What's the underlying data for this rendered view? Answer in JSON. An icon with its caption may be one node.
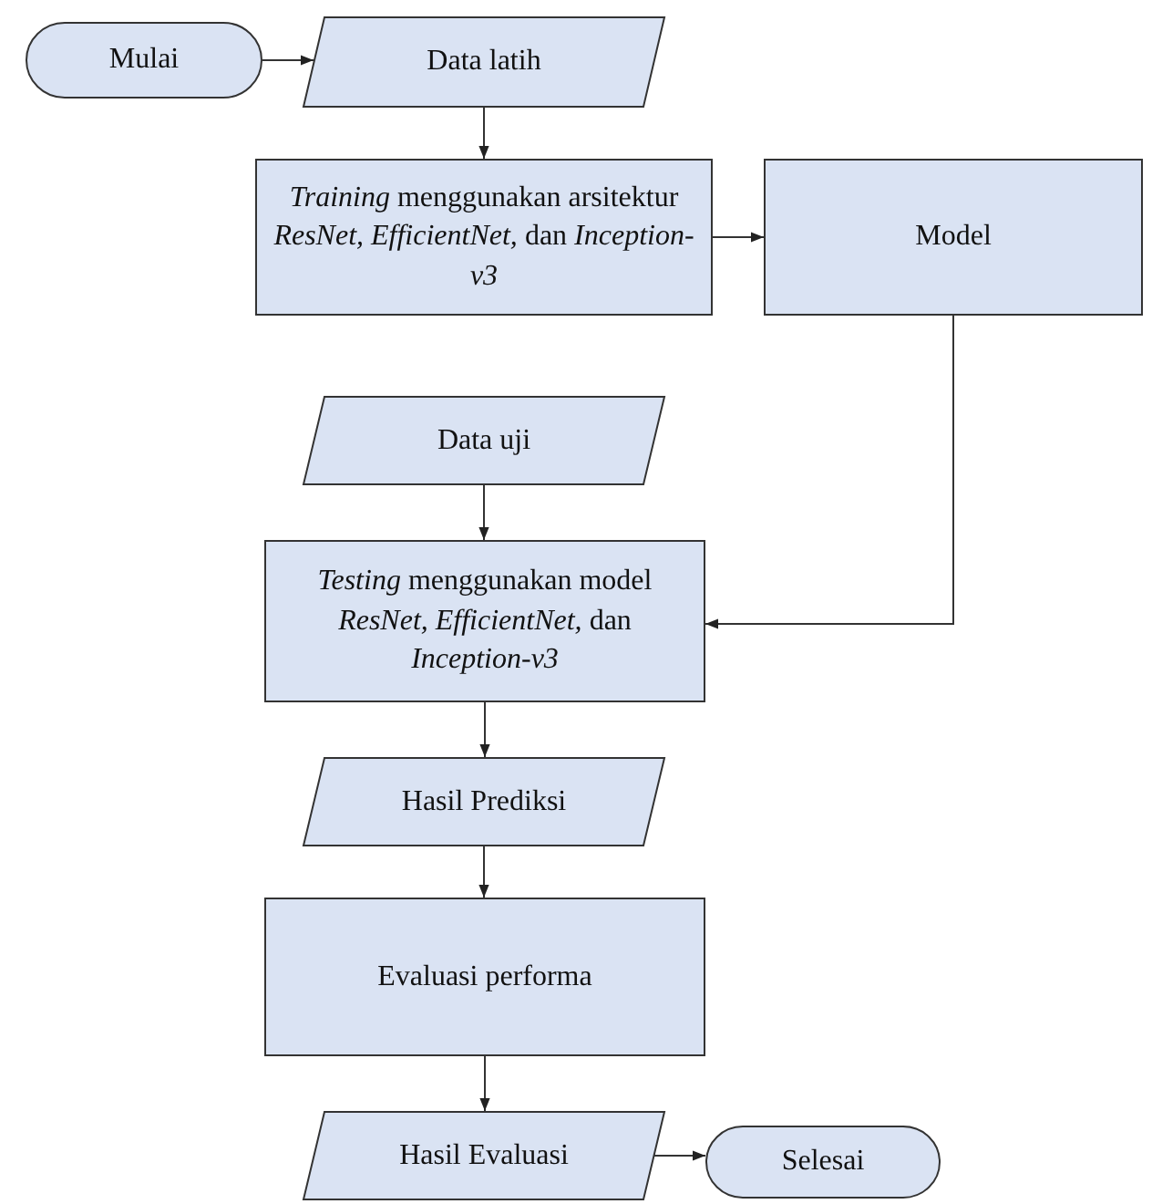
{
  "diagram": {
    "nodes": [
      {
        "text": [
          "Mulai"
        ]
      },
      {
        "text": [
          "Data latih"
        ]
      },
      {
        "text": [
          "*Training* menggunakan arsitektur *ResNet, EfficientNet,* dan *Inception-v3*"
        ]
      },
      {
        "text": [
          "Model"
        ]
      },
      {
        "text": [
          "Data uji"
        ]
      },
      {
        "text": [
          "*Testing* menggunakan model *ResNet, EfficientNet,* dan *Inception-v3*"
        ]
      },
      {
        "text": [
          "Hasil Prediksi"
        ]
      },
      {
        "text": [
          "Evaluasi performa"
        ]
      },
      {
        "text": [
          "Hasil Evaluasi"
        ]
      },
      {
        "text": [
          "Selesai"
        ]
      }
    ],
    "edges": [
      {
        "from": 0,
        "to": 1,
        "arrow": "to"
      },
      {
        "from": 1,
        "to": 2,
        "arrow": "to"
      },
      {
        "from": 2,
        "to": 3,
        "arrow": "to"
      },
      {
        "from": 3,
        "to": 5,
        "arrow": "to"
      },
      {
        "from": 4,
        "to": 5,
        "arrow": "to"
      },
      {
        "from": 5,
        "to": 6,
        "arrow": "to"
      },
      {
        "from": 6,
        "to": 7,
        "arrow": "to"
      },
      {
        "from": 7,
        "to": 8,
        "arrow": "to"
      },
      {
        "from": 8,
        "to": 9,
        "arrow": "to"
      }
    ]
  }
}
